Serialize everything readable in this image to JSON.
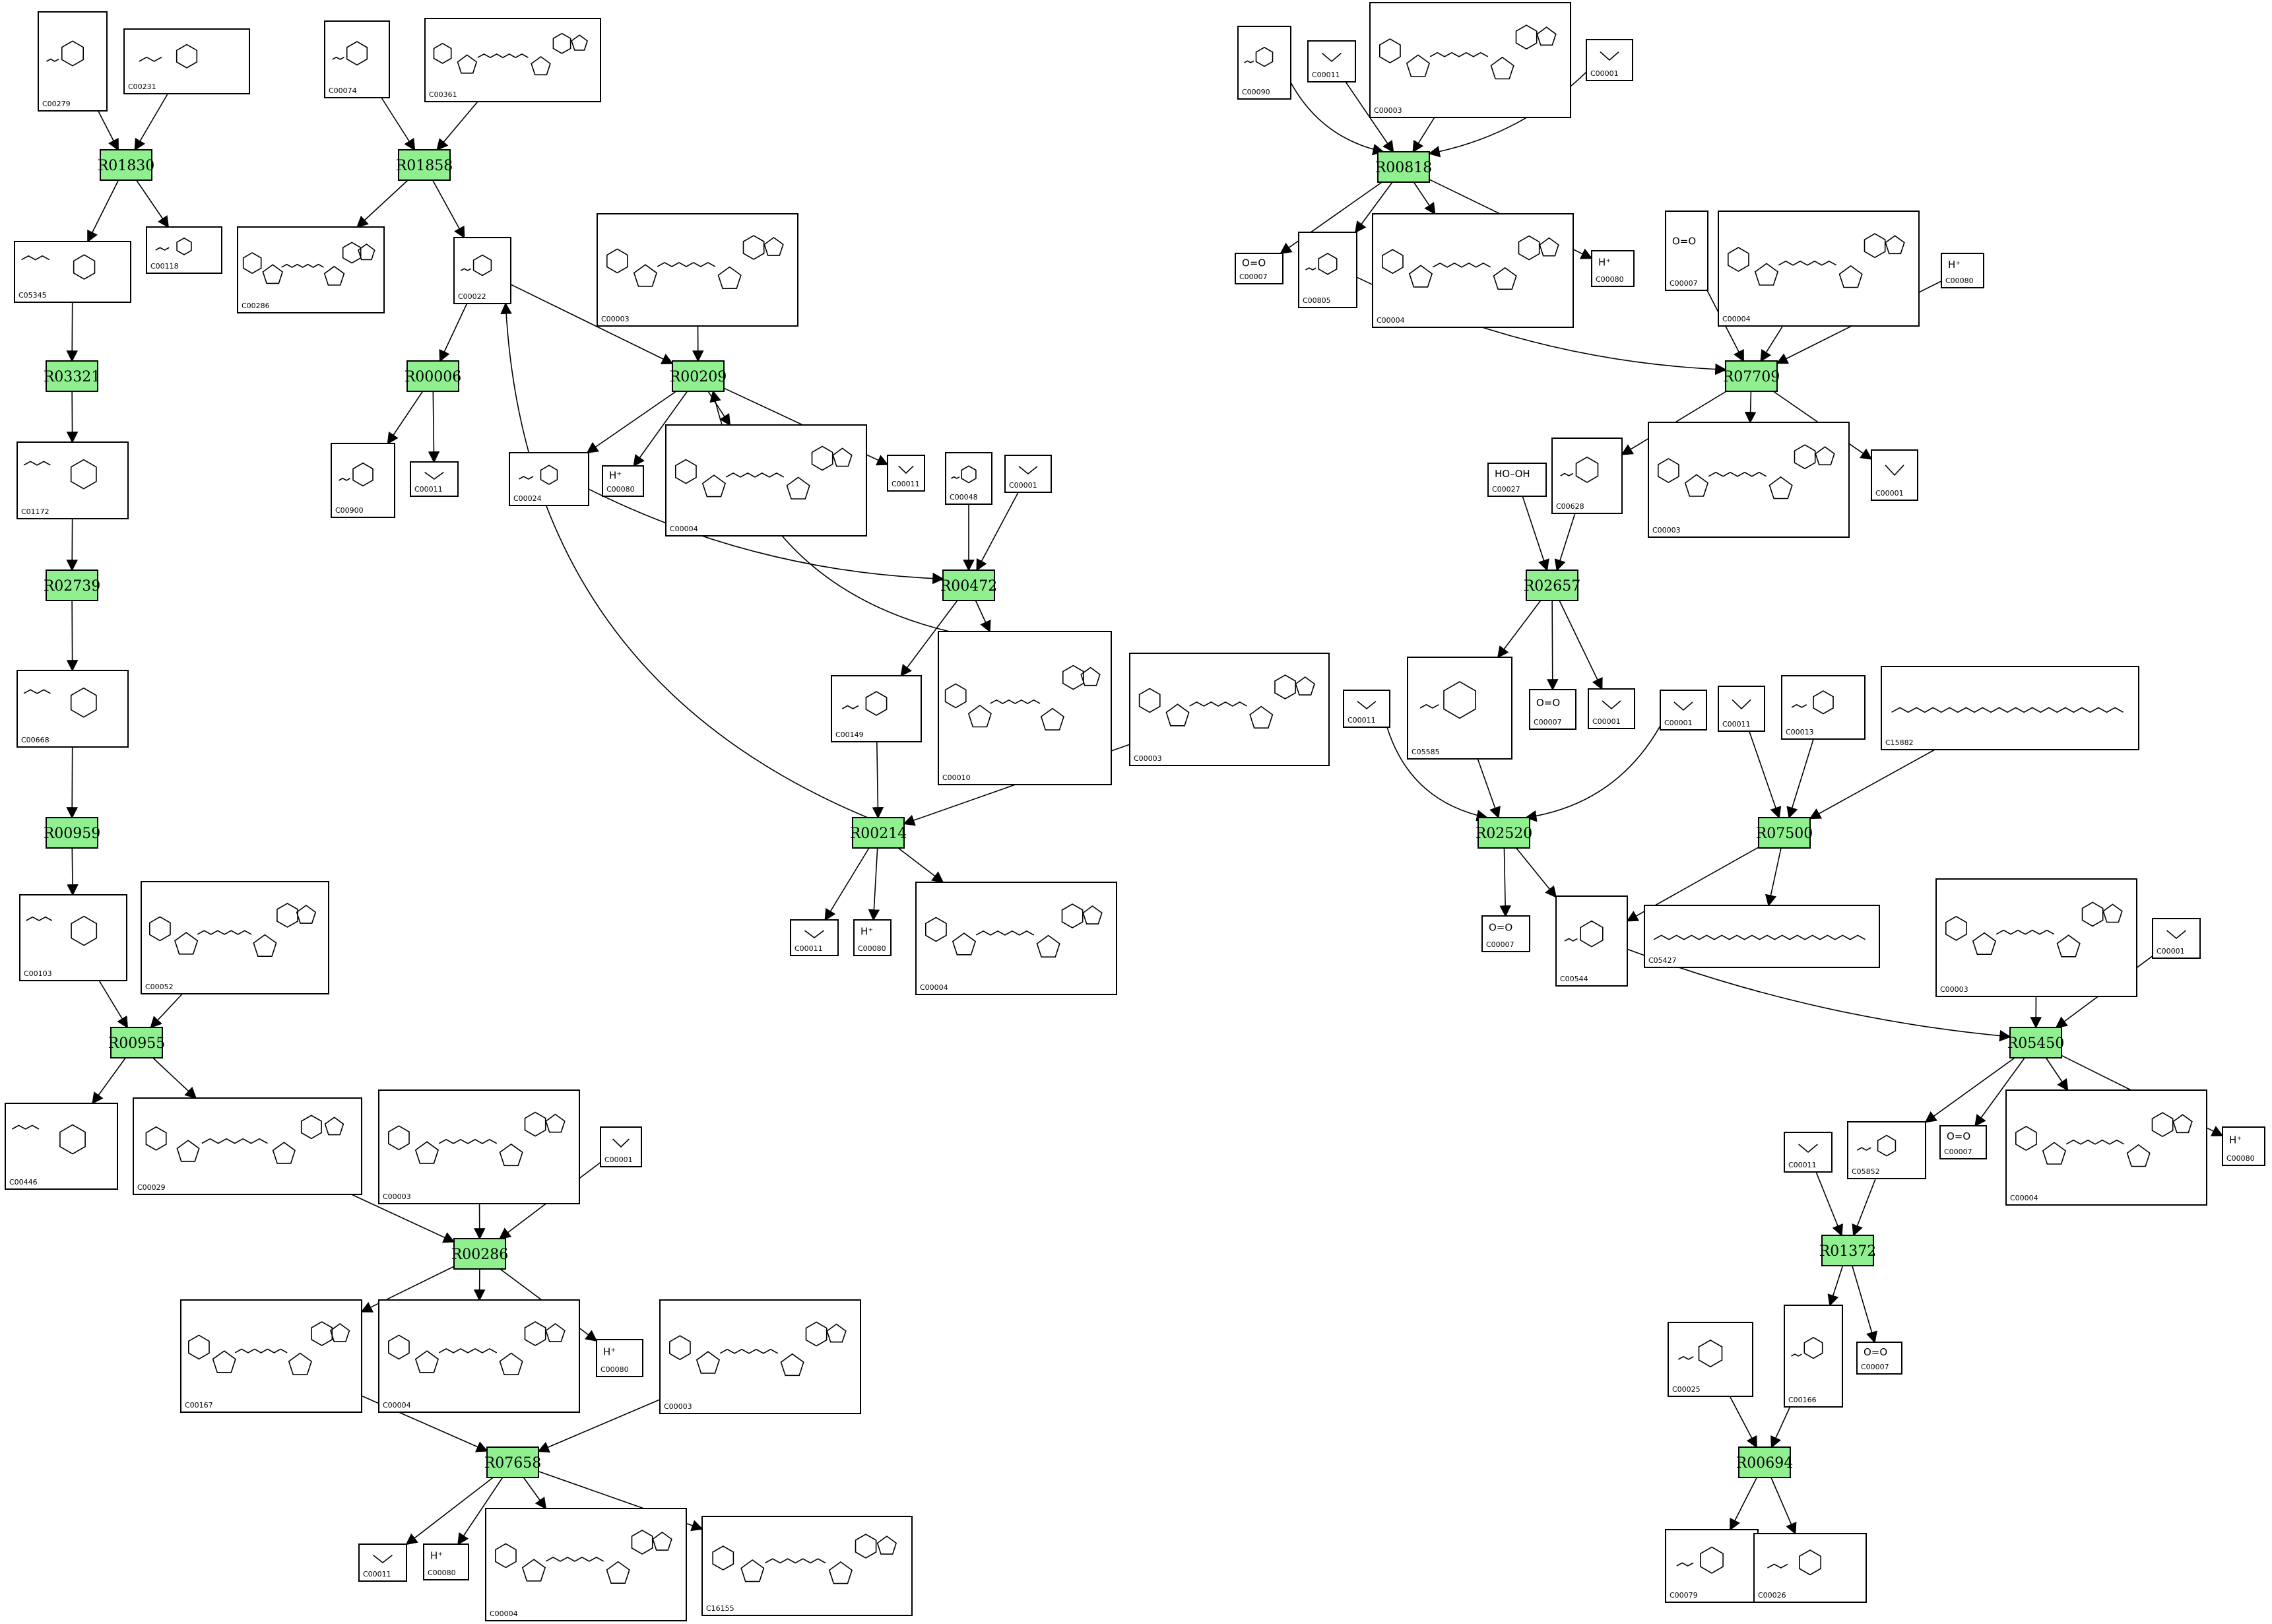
{
  "reactions": [
    {
      "id": "R01830"
    },
    {
      "id": "R01858"
    },
    {
      "id": "R03321"
    },
    {
      "id": "R00006"
    },
    {
      "id": "R00209"
    },
    {
      "id": "R02739"
    },
    {
      "id": "R00472"
    },
    {
      "id": "R00959"
    },
    {
      "id": "R00214"
    },
    {
      "id": "R00955"
    },
    {
      "id": "R00286"
    },
    {
      "id": "R07658"
    },
    {
      "id": "R00818"
    },
    {
      "id": "R07709"
    },
    {
      "id": "R02657"
    },
    {
      "id": "R02520"
    },
    {
      "id": "R07500"
    },
    {
      "id": "R05450"
    },
    {
      "id": "R01372"
    },
    {
      "id": "R00694"
    }
  ],
  "compounds": [
    {
      "id": "C00279"
    },
    {
      "id": "C00231"
    },
    {
      "id": "C00074"
    },
    {
      "id": "C00361"
    },
    {
      "id": "C05345"
    },
    {
      "id": "C00118"
    },
    {
      "id": "C00286"
    },
    {
      "id": "C00022"
    },
    {
      "id": "C00003"
    },
    {
      "id": "C00900"
    },
    {
      "id": "C00011"
    },
    {
      "id": "C00024"
    },
    {
      "id": "C00080",
      "formula": "H⁺"
    },
    {
      "id": "C00004"
    },
    {
      "id": "C00011"
    },
    {
      "id": "C00048"
    },
    {
      "id": "C00001"
    },
    {
      "id": "C01172"
    },
    {
      "id": "C00668"
    },
    {
      "id": "C00149"
    },
    {
      "id": "C00010"
    },
    {
      "id": "C00003"
    },
    {
      "id": "C00011"
    },
    {
      "id": "C00080",
      "formula": "H⁺"
    },
    {
      "id": "C00004"
    },
    {
      "id": "C00103"
    },
    {
      "id": "C00052"
    },
    {
      "id": "C00446"
    },
    {
      "id": "C00029"
    },
    {
      "id": "C00003"
    },
    {
      "id": "C00001"
    },
    {
      "id": "C00167"
    },
    {
      "id": "C00004"
    },
    {
      "id": "C00080",
      "formula": "H⁺"
    },
    {
      "id": "C00003"
    },
    {
      "id": "C00011"
    },
    {
      "id": "C00080",
      "formula": "H⁺"
    },
    {
      "id": "C00004"
    },
    {
      "id": "C16155"
    },
    {
      "id": "C00090"
    },
    {
      "id": "C00011"
    },
    {
      "id": "C00003"
    },
    {
      "id": "C00001"
    },
    {
      "id": "C00007",
      "formula": "O=O"
    },
    {
      "id": "C00805"
    },
    {
      "id": "C00004"
    },
    {
      "id": "C00080",
      "formula": "H⁺"
    },
    {
      "id": "C00007",
      "formula": "O=O"
    },
    {
      "id": "C00004"
    },
    {
      "id": "C00080",
      "formula": "H⁺"
    },
    {
      "id": "C00027",
      "formula": "HO–OH"
    },
    {
      "id": "C00628"
    },
    {
      "id": "C00003"
    },
    {
      "id": "C00001"
    },
    {
      "id": "C00011"
    },
    {
      "id": "C05585"
    },
    {
      "id": "C00007",
      "formula": "O=O"
    },
    {
      "id": "C00001"
    },
    {
      "id": "C00001"
    },
    {
      "id": "C00011"
    },
    {
      "id": "C00013"
    },
    {
      "id": "C15882"
    },
    {
      "id": "C00007",
      "formula": "O=O"
    },
    {
      "id": "C00544"
    },
    {
      "id": "C05427"
    },
    {
      "id": "C00003"
    },
    {
      "id": "C00001"
    },
    {
      "id": "C00011"
    },
    {
      "id": "C05852"
    },
    {
      "id": "C00007",
      "formula": "O=O"
    },
    {
      "id": "C00004"
    },
    {
      "id": "C00080",
      "formula": "H⁺"
    },
    {
      "id": "C00025"
    },
    {
      "id": "C00166"
    },
    {
      "id": "C00007",
      "formula": "O=O"
    },
    {
      "id": "C00079"
    },
    {
      "id": "C00026"
    }
  ]
}
